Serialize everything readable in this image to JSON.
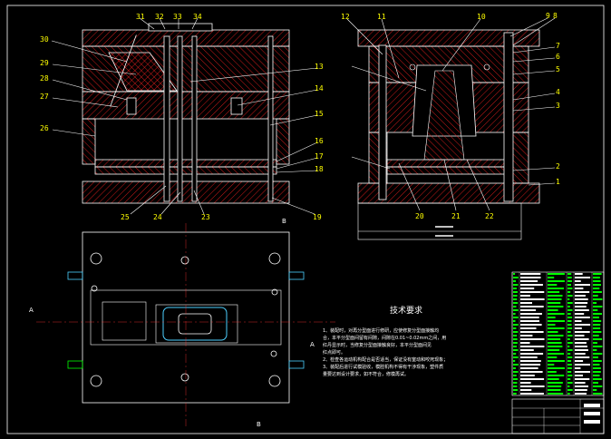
{
  "drawing": {
    "front_view_labels": [
      "31",
      "32",
      "33",
      "34",
      "30",
      "29",
      "28",
      "27",
      "26",
      "13",
      "14",
      "15",
      "16",
      "17",
      "18",
      "25",
      "24",
      "23",
      "19"
    ],
    "side_view_labels": [
      "12",
      "11",
      "10",
      "9",
      "8",
      "7",
      "6",
      "5",
      "4",
      "3",
      "2",
      "1",
      "20",
      "21",
      "22"
    ],
    "section_marks": [
      "B",
      "B",
      "A",
      "A"
    ],
    "tech_requirements": {
      "title": "技术要求",
      "lines": [
        "1、装配时，对再分型面进行修研，应使修复分型面接触均",
        "合，本平分型面间留有间隙，间隙在0.01~0.02mm之间，用",
        "红丹显示时，当修复分型面接触良好，本平分型面间见",
        "红点即可。",
        "2、检查各运动机构配合是否适当，保证没有窒动和咬死现象；",
        "3、装配后进行试模验收，模腔机构不得有干涉现象，塑件质",
        "量要达到设计要求，如不符合，修模再试。"
      ]
    }
  },
  "colors": {
    "background": "#000000",
    "outline": "#ffffff",
    "hatch": "#ff2020",
    "leader": "#ffffff",
    "label": "#ffff00",
    "title_block": "#00ff00",
    "part": "#4dd0ff",
    "centerline": "#ff3030"
  }
}
